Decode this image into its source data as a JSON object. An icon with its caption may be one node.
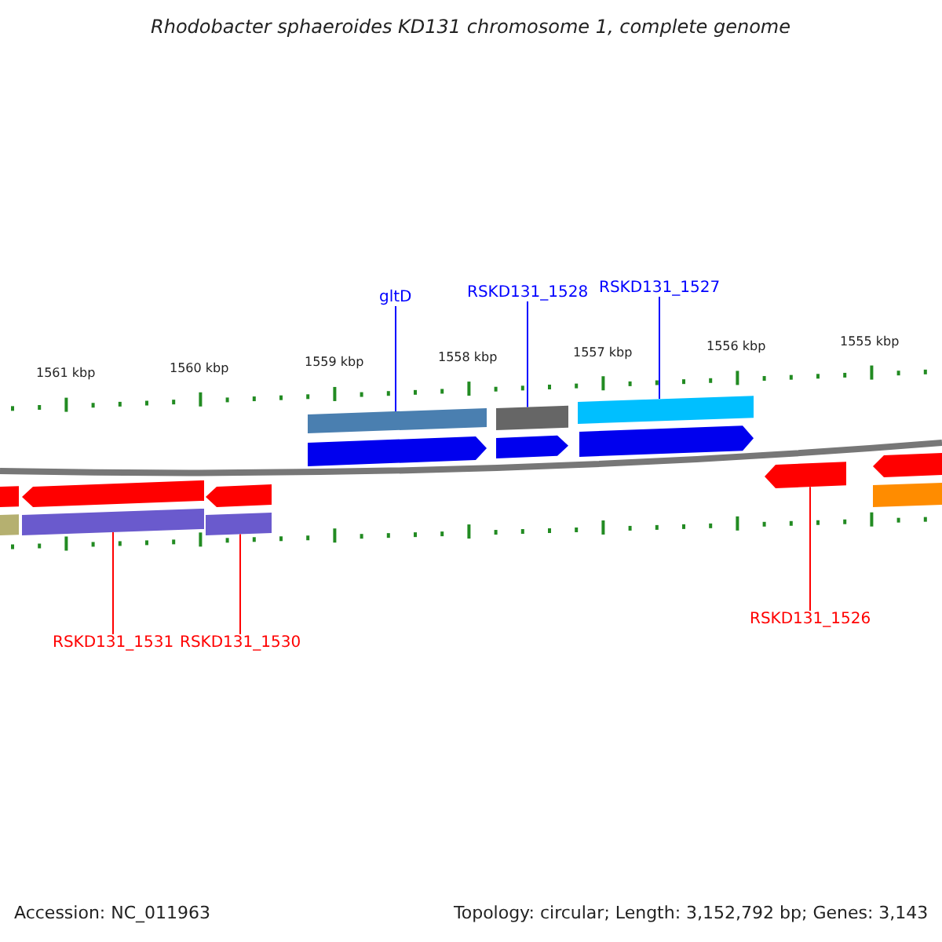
{
  "diagram": {
    "title": "Rhodobacter sphaeroides KD131 chromosome 1, complete genome",
    "nodes": [
      {
        "text": [
          "gltD"
        ]
      },
      {
        "text": [
          "RSKD131_1528"
        ]
      },
      {
        "text": [
          "RSKD131_1527"
        ]
      },
      {
        "text": [
          "RSKD131_1531"
        ]
      },
      {
        "text": [
          "RSKD131_1530"
        ]
      },
      {
        "text": [
          "RSKD131_1526"
        ]
      },
      {
        "text": [],
        "shape": "bar"
      },
      {
        "text": [],
        "shape": "bar"
      },
      {
        "text": [],
        "shape": "bar"
      },
      {
        "text": [],
        "shape": "arrow"
      },
      {
        "text": [],
        "shape": "arrow"
      },
      {
        "text": [],
        "shape": "arrow"
      },
      {
        "text": [],
        "shape": "arrow"
      },
      {
        "text": [],
        "shape": "arrow"
      },
      {
        "text": [],
        "shape": "arrow"
      },
      {
        "text": [],
        "shape": "bar"
      },
      {
        "text": [],
        "shape": "bar"
      },
      {
        "text": [],
        "shape": "bar"
      },
      {
        "text": [],
        "shape": "bar"
      },
      {
        "text": [],
        "shape": "arrow"
      },
      {
        "text": [],
        "shape": "bar"
      }
    ],
    "edges": [
      {
        "from": 0,
        "to": 6,
        "arrow": "none"
      },
      {
        "from": 1,
        "to": 7,
        "arrow": "none"
      },
      {
        "from": 2,
        "to": 8,
        "arrow": "none"
      },
      {
        "from": 3,
        "to": 17,
        "arrow": "none",
        "color": "#ff0000"
      },
      {
        "from": 4,
        "to": 18,
        "arrow": "none",
        "color": "#ff0000"
      },
      {
        "from": 5,
        "to": 11,
        "arrow": "none",
        "color": "#ff0000"
      }
    ],
    "labels": [
      "1561 kbp",
      "1560 kbp",
      "1559 kbp",
      "1558 kbp",
      "1557 kbp",
      "1556 kbp",
      "1555 kbp",
      "Accession: NC_011963",
      "Topology: circular; Length: 3,152,792 bp; Genes: 3,143"
    ]
  }
}
